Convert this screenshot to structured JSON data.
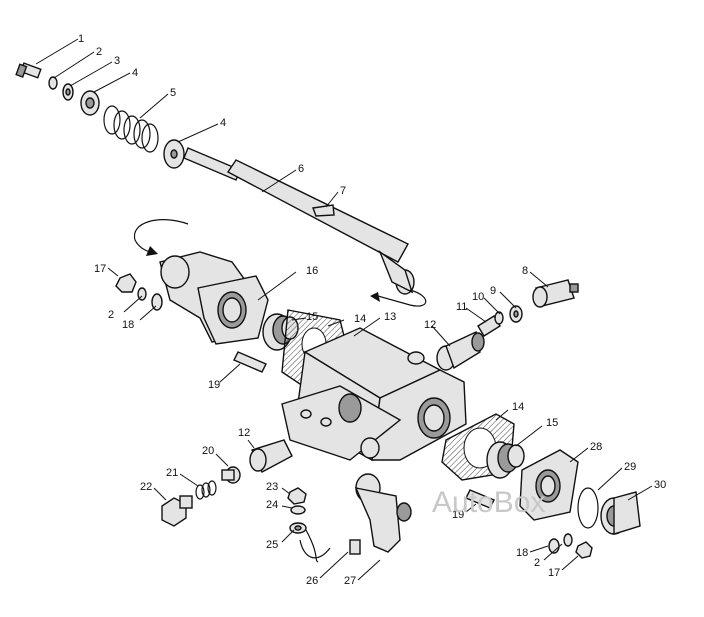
{
  "watermark": "AutoBox",
  "callouts": {
    "c1": "1",
    "c2a": "2",
    "c3": "3",
    "c4a": "4",
    "c5": "5",
    "c4b": "4",
    "c6": "6",
    "c7": "7",
    "c8": "8",
    "c9": "9",
    "c10": "10",
    "c11": "11",
    "c12a": "12",
    "c13": "13",
    "c14a": "14",
    "c15a": "15",
    "c16": "16",
    "c17a": "17",
    "c2b": "2",
    "c18a": "18",
    "c19a": "19",
    "c12b": "12",
    "c20": "20",
    "c21": "21",
    "c22": "22",
    "c23": "23",
    "c24": "24",
    "c25": "25",
    "c26": "26",
    "c27": "27",
    "c14b": "14",
    "c15b": "15",
    "c28": "28",
    "c29": "29",
    "c30": "30",
    "c19b": "19",
    "c18b": "18",
    "c2c": "2",
    "c17b": "17"
  }
}
